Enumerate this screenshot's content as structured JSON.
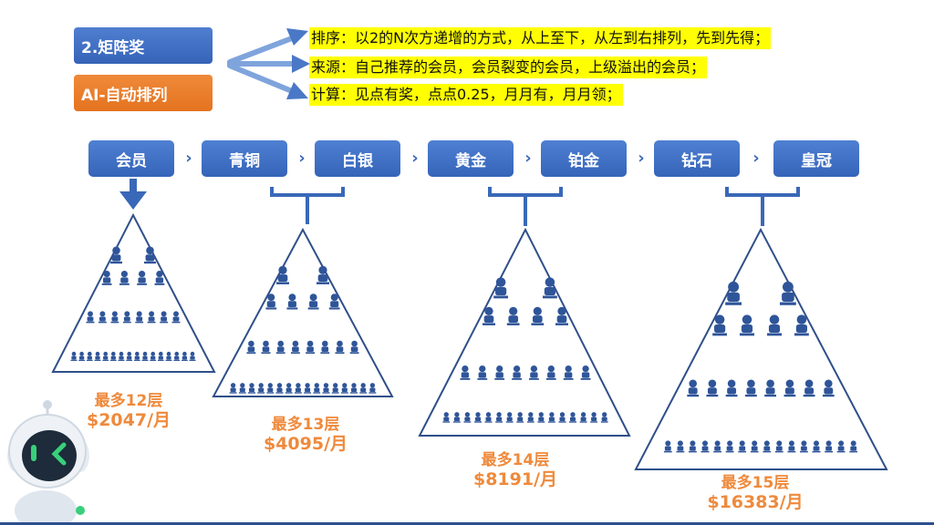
{
  "header": {
    "section_title": "2.矩阵奖",
    "mode_label": "AI-自动排列"
  },
  "rules": [
    "排序：以2的N次方递增的方式，从上至下，从左到右排列，先到先得；",
    "来源：自己推荐的会员，会员裂变的会员，上级溢出的会员；",
    "计算：见点有奖，点点0.25，月月有，月月领；"
  ],
  "levels": [
    "会员",
    "青铜",
    "白银",
    "黄金",
    "铂金",
    "钻石",
    "皇冠"
  ],
  "pyramids": [
    {
      "max_layers": "最多12层",
      "amount": "$2047/月"
    },
    {
      "max_layers": "最多13层",
      "amount": "$4095/月"
    },
    {
      "max_layers": "最多14层",
      "amount": "$8191/月"
    },
    {
      "max_layers": "最多15层",
      "amount": "$16383/月"
    }
  ],
  "colors": {
    "primary_blue": "#3a68b8",
    "accent_orange": "#ef8a3c",
    "highlight_yellow": "#ffff00",
    "pyramid_outline": "#2f4f8a"
  },
  "icons": [
    "arrow-icon",
    "chevron-right-icon",
    "person-icon",
    "robot-mascot-icon"
  ]
}
